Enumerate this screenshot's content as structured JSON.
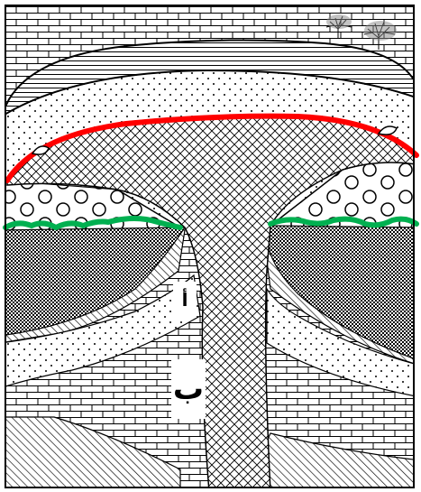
{
  "labels": {
    "a": "أ",
    "b": "ب"
  },
  "colors": {
    "unconformity_red": "#ff0000",
    "unconformity_green": "#00b050",
    "outline": "#000000"
  },
  "icons": [
    "tree-icon",
    "fossil-shell-icon"
  ],
  "layers": [
    "horizontal-lines-layer",
    "sandstone-dotted-layer",
    "crosshatch-intrusion",
    "conglomerate-pebbles-layer",
    "dense-dotted-layer",
    "diagonal-lines-layer",
    "brick-limestone-layer"
  ]
}
